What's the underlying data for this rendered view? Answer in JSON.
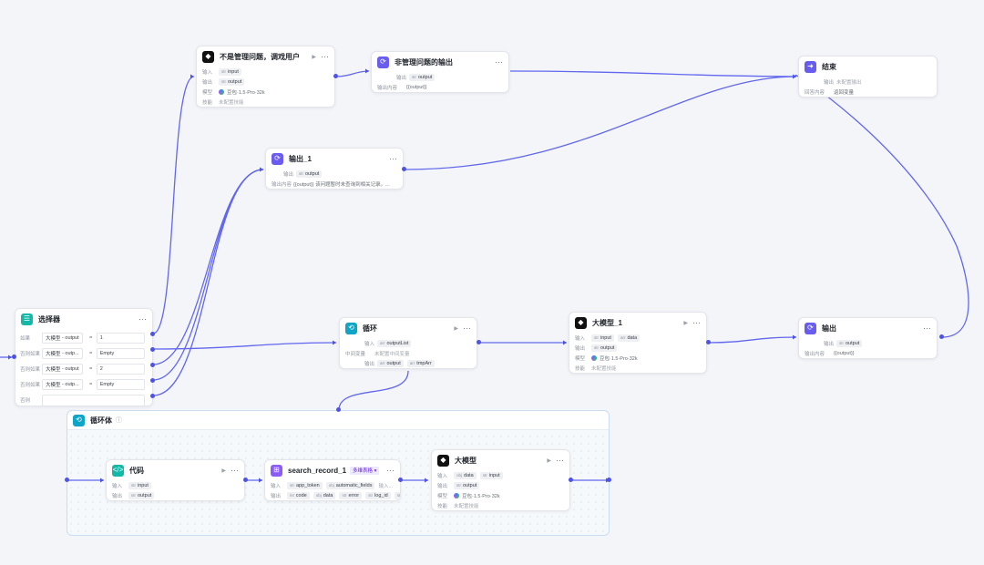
{
  "accent_color": "#4d53e8",
  "nodes": {
    "n1": {
      "title": "不是管理问题，调戏用户",
      "icon": "black-logo",
      "rows": [
        {
          "label": "输入",
          "tag": "input"
        },
        {
          "label": "输出",
          "tag": "output"
        }
      ],
      "model_label": "模型",
      "model": "豆包·1.5·Pro·32k",
      "skill_label": "技能",
      "skill": "未配置技能"
    },
    "n2": {
      "title": "非管理问题的输出",
      "icon": "output-icon",
      "out_label": "输出",
      "out_tag": "output",
      "content_label": "输出内容",
      "content": "{{output}}"
    },
    "n3": {
      "title": "结束",
      "icon": "end-icon",
      "out_label": "输出",
      "out_value": "未配置输出",
      "mode_label": "回答内容",
      "mode_value": "返回变量"
    },
    "n4": {
      "title": "输出_1",
      "icon": "output-icon",
      "out_label": "输出",
      "out_tag": "output",
      "content_label": "输出内容",
      "content": "{{output}} 该问题暂时未查询到相关记录。..."
    },
    "selector": {
      "title": "选择器",
      "icon": "selector-icon",
      "rows": [
        {
          "label": "如果",
          "var": "大模型",
          "field": "output",
          "op": "=",
          "value": "1"
        },
        {
          "label": "否则如果",
          "var": "大模型",
          "field": "outp...",
          "op": "=",
          "value": "Empty"
        },
        {
          "label": "否则如果",
          "var": "大模型",
          "field": "output",
          "op": "=",
          "value": "2"
        },
        {
          "label": "否则如果",
          "var": "大模型",
          "field": "outp...",
          "op": "=",
          "value": "Empty"
        }
      ],
      "else_label": "否则"
    },
    "loop": {
      "title": "循环",
      "icon": "loop-icon",
      "in_label": "输入",
      "in_tag": "outputList",
      "mid_label": "中间变量",
      "mid_value": "未配置中间变量",
      "out_label": "输出",
      "out_tags": [
        "output",
        "tmpArr"
      ]
    },
    "llm1": {
      "title": "大模型_1",
      "icon": "black-logo",
      "in_label": "输入",
      "in_tags": [
        "input",
        "data"
      ],
      "out_label": "输出",
      "out_tag": "output",
      "model_label": "模型",
      "model": "豆包·1.5·Pro·32k",
      "skill_label": "技能",
      "skill": "未配置技能"
    },
    "out": {
      "title": "输出",
      "icon": "output-icon",
      "out_label": "输出",
      "out_tag": "output",
      "content_label": "输出内容",
      "content": "{{output}}"
    },
    "loopbody": {
      "title": "循环体",
      "info": "ⓘ"
    },
    "code": {
      "title": "代码",
      "icon": "code-icon",
      "in_label": "输入",
      "in_tag": "input",
      "out_label": "输出",
      "out_tag": "output"
    },
    "search": {
      "title": "search_record_1",
      "badge": "多维表格 ▾",
      "icon": "plugin-icon",
      "in_label": "输入",
      "in_tags": [
        "app_token",
        "automatic_fields",
        "输入..."
      ],
      "out_label": "输出",
      "out_tags": [
        "code",
        "data",
        "error",
        "log_id",
        "msg"
      ]
    },
    "llm2": {
      "title": "大模型",
      "icon": "black-logo",
      "in_label": "输入",
      "in_tags": [
        "data",
        "input"
      ],
      "out_label": "输出",
      "out_tag": "output",
      "model_label": "模型",
      "model": "豆包·1.5·Pro·32k",
      "skill_label": "技能",
      "skill": "未配置技能"
    }
  }
}
